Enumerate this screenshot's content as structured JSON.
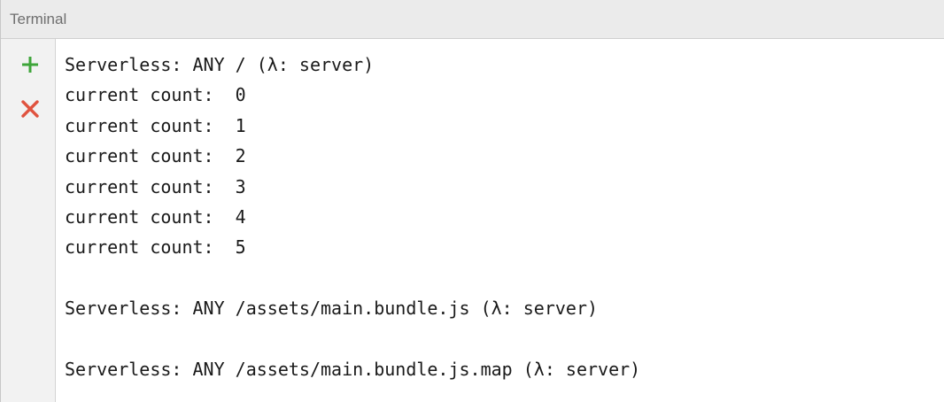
{
  "window": {
    "title": "Terminal"
  },
  "toolbar": {
    "add_icon": "plus-icon",
    "close_icon": "close-icon",
    "add_color": "#3ea53a",
    "close_color": "#e0533f"
  },
  "terminal": {
    "lines": [
      "Serverless: ANY / (λ: server)",
      "current count:  0",
      "current count:  1",
      "current count:  2",
      "current count:  3",
      "current count:  4",
      "current count:  5",
      "",
      "Serverless: ANY /assets/main.bundle.js (λ: server)",
      "",
      "Serverless: ANY /assets/main.bundle.js.map (λ: server)"
    ]
  }
}
